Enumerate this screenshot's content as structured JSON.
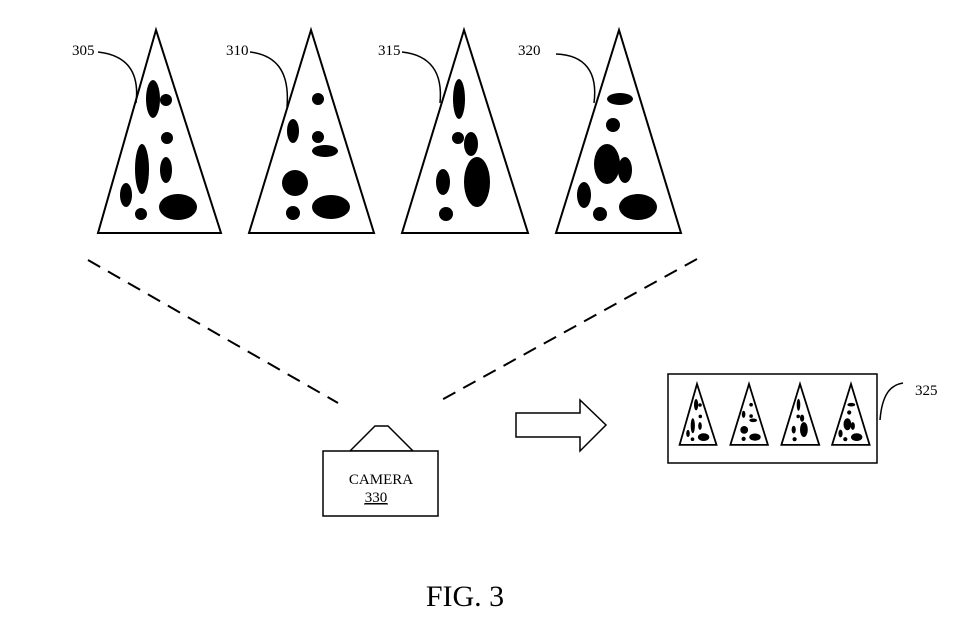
{
  "figure": {
    "caption": "FIG. 3",
    "images": [
      {
        "ref": "305",
        "description": "triangular sample image with dark blobs"
      },
      {
        "ref": "310",
        "description": "triangular sample image with dark blobs"
      },
      {
        "ref": "315",
        "description": "triangular sample image with dark blobs"
      },
      {
        "ref": "320",
        "description": "triangular sample image with dark blobs"
      }
    ],
    "camera": {
      "label": "CAMERA",
      "ref": "330"
    },
    "output": {
      "ref": "325",
      "description": "composite frame containing the four captured images"
    }
  }
}
